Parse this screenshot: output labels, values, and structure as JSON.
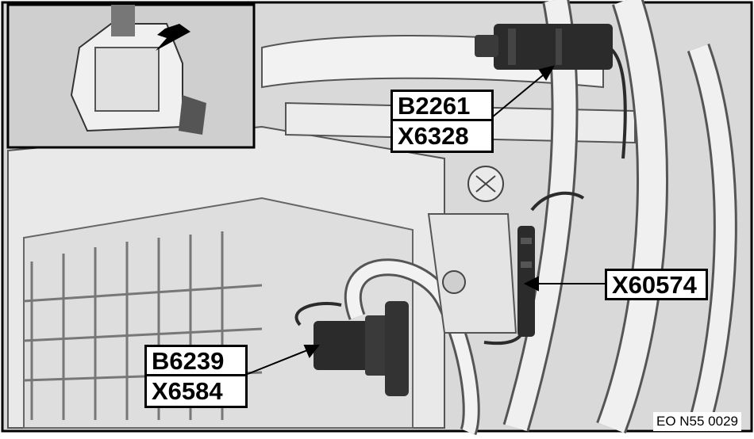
{
  "labels": {
    "b2261": "B2261",
    "x6328": "X6328",
    "x60574": "X60574",
    "b6239": "B6239",
    "x6584": "X6584"
  },
  "figure_code": "EO N55 0029",
  "colors": {
    "background": "#d9d9d9",
    "metal_light": "#eeeeee",
    "metal_mid": "#c8c8c8",
    "shadow": "#8c8c8c",
    "connector": "#2b2b2b",
    "label_border": "#000000"
  }
}
